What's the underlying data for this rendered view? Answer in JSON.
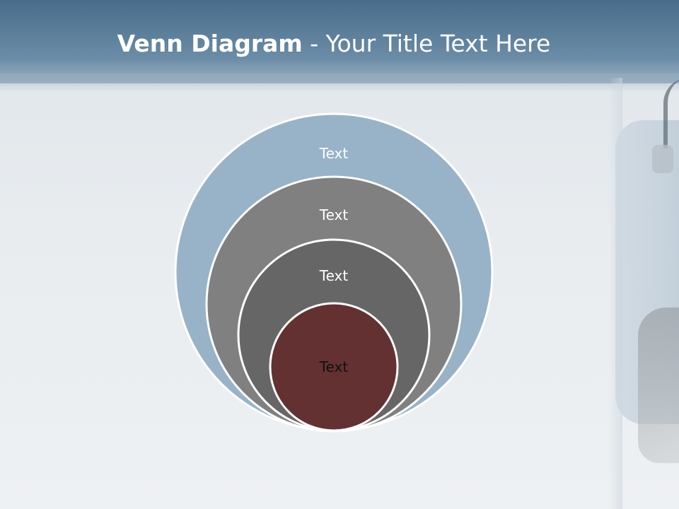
{
  "slide": {
    "title_bold": "Venn Diagram",
    "title_rest": " - Your Title Text Here"
  },
  "diagram": {
    "rings": [
      {
        "label": "Text",
        "fill": "#98b3c7",
        "text_color": "#ffffff"
      },
      {
        "label": "Text",
        "fill": "#808080",
        "text_color": "#ffffff"
      },
      {
        "label": "Text",
        "fill": "#666666",
        "text_color": "#ffffff"
      },
      {
        "label": "Text",
        "fill": "#633131",
        "text_color": "#111111"
      }
    ]
  },
  "colors": {
    "header": "#4f7491",
    "ring_outline": "#ffffff"
  }
}
